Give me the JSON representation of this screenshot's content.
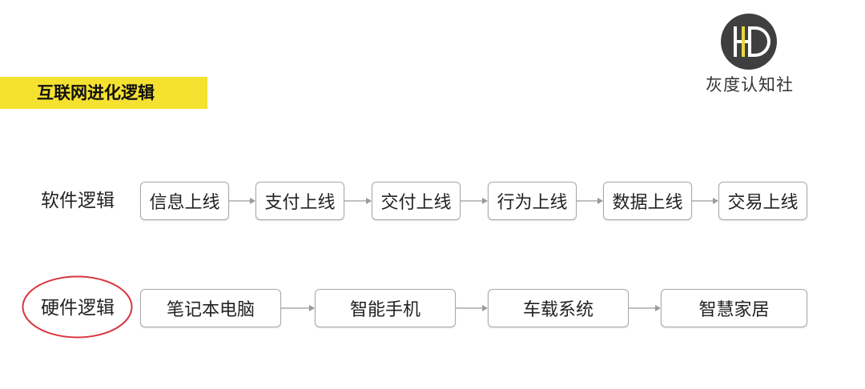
{
  "title": "互联网进化逻辑",
  "logo": {
    "text": "灰度认知社",
    "icon": "hd-logo-icon",
    "dark": "#3f3f3f",
    "accent": "#e8d83a"
  },
  "accent_color": "#f5e130",
  "highlight_color": "#d9363e",
  "software": {
    "label": "软件逻辑",
    "steps": [
      "信息上线",
      "支付上线",
      "交付上线",
      "行为上线",
      "数据上线",
      "交易上线"
    ]
  },
  "hardware": {
    "label": "硬件逻辑",
    "steps": [
      "笔记本电脑",
      "智能手机",
      "车载系统",
      "智慧家居"
    ]
  }
}
